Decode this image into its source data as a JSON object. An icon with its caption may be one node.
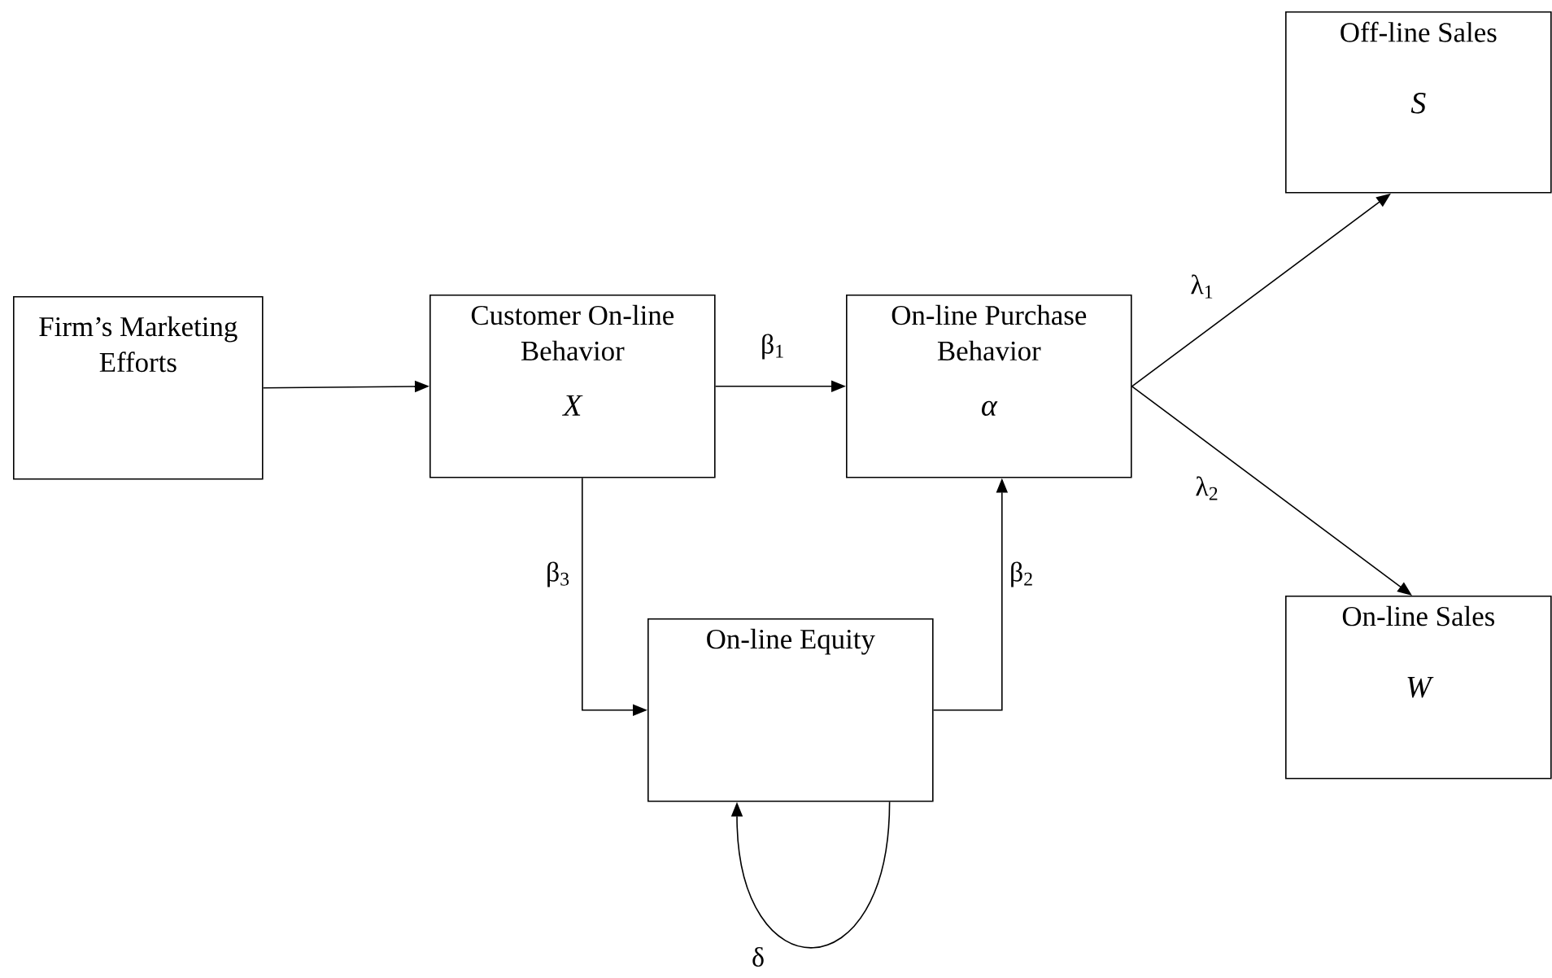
{
  "diagram": {
    "nodes": [
      {
        "text": [
          "Firm’s Marketing Efforts"
        ]
      },
      {
        "text": [
          "Customer On-line Behavior",
          "X"
        ]
      },
      {
        "text": [
          "On-line Purchase Behavior",
          "α"
        ]
      },
      {
        "text": [
          "On-line Equity"
        ]
      },
      {
        "text": [
          "Off-line Sales",
          "S"
        ]
      },
      {
        "text": [
          "On-line Sales",
          "W"
        ]
      }
    ],
    "edges": [
      {
        "from": 0,
        "to": 1,
        "arrow": "to"
      },
      {
        "from": 1,
        "to": 2,
        "arrow": "to",
        "label": "β$_{1}$"
      },
      {
        "from": 1,
        "to": 3,
        "arrow": "to",
        "label": "β$_{3}$"
      },
      {
        "from": 3,
        "to": 2,
        "arrow": "to",
        "label": "β$_{2}$"
      },
      {
        "from": 2,
        "to": 4,
        "arrow": "to",
        "label": "λ$_{1}$"
      },
      {
        "from": 2,
        "to": 5,
        "arrow": "to",
        "label": "λ$_{2}$"
      },
      {
        "from": 3,
        "to": 3,
        "arrow": "to",
        "label": "δ"
      }
    ]
  }
}
